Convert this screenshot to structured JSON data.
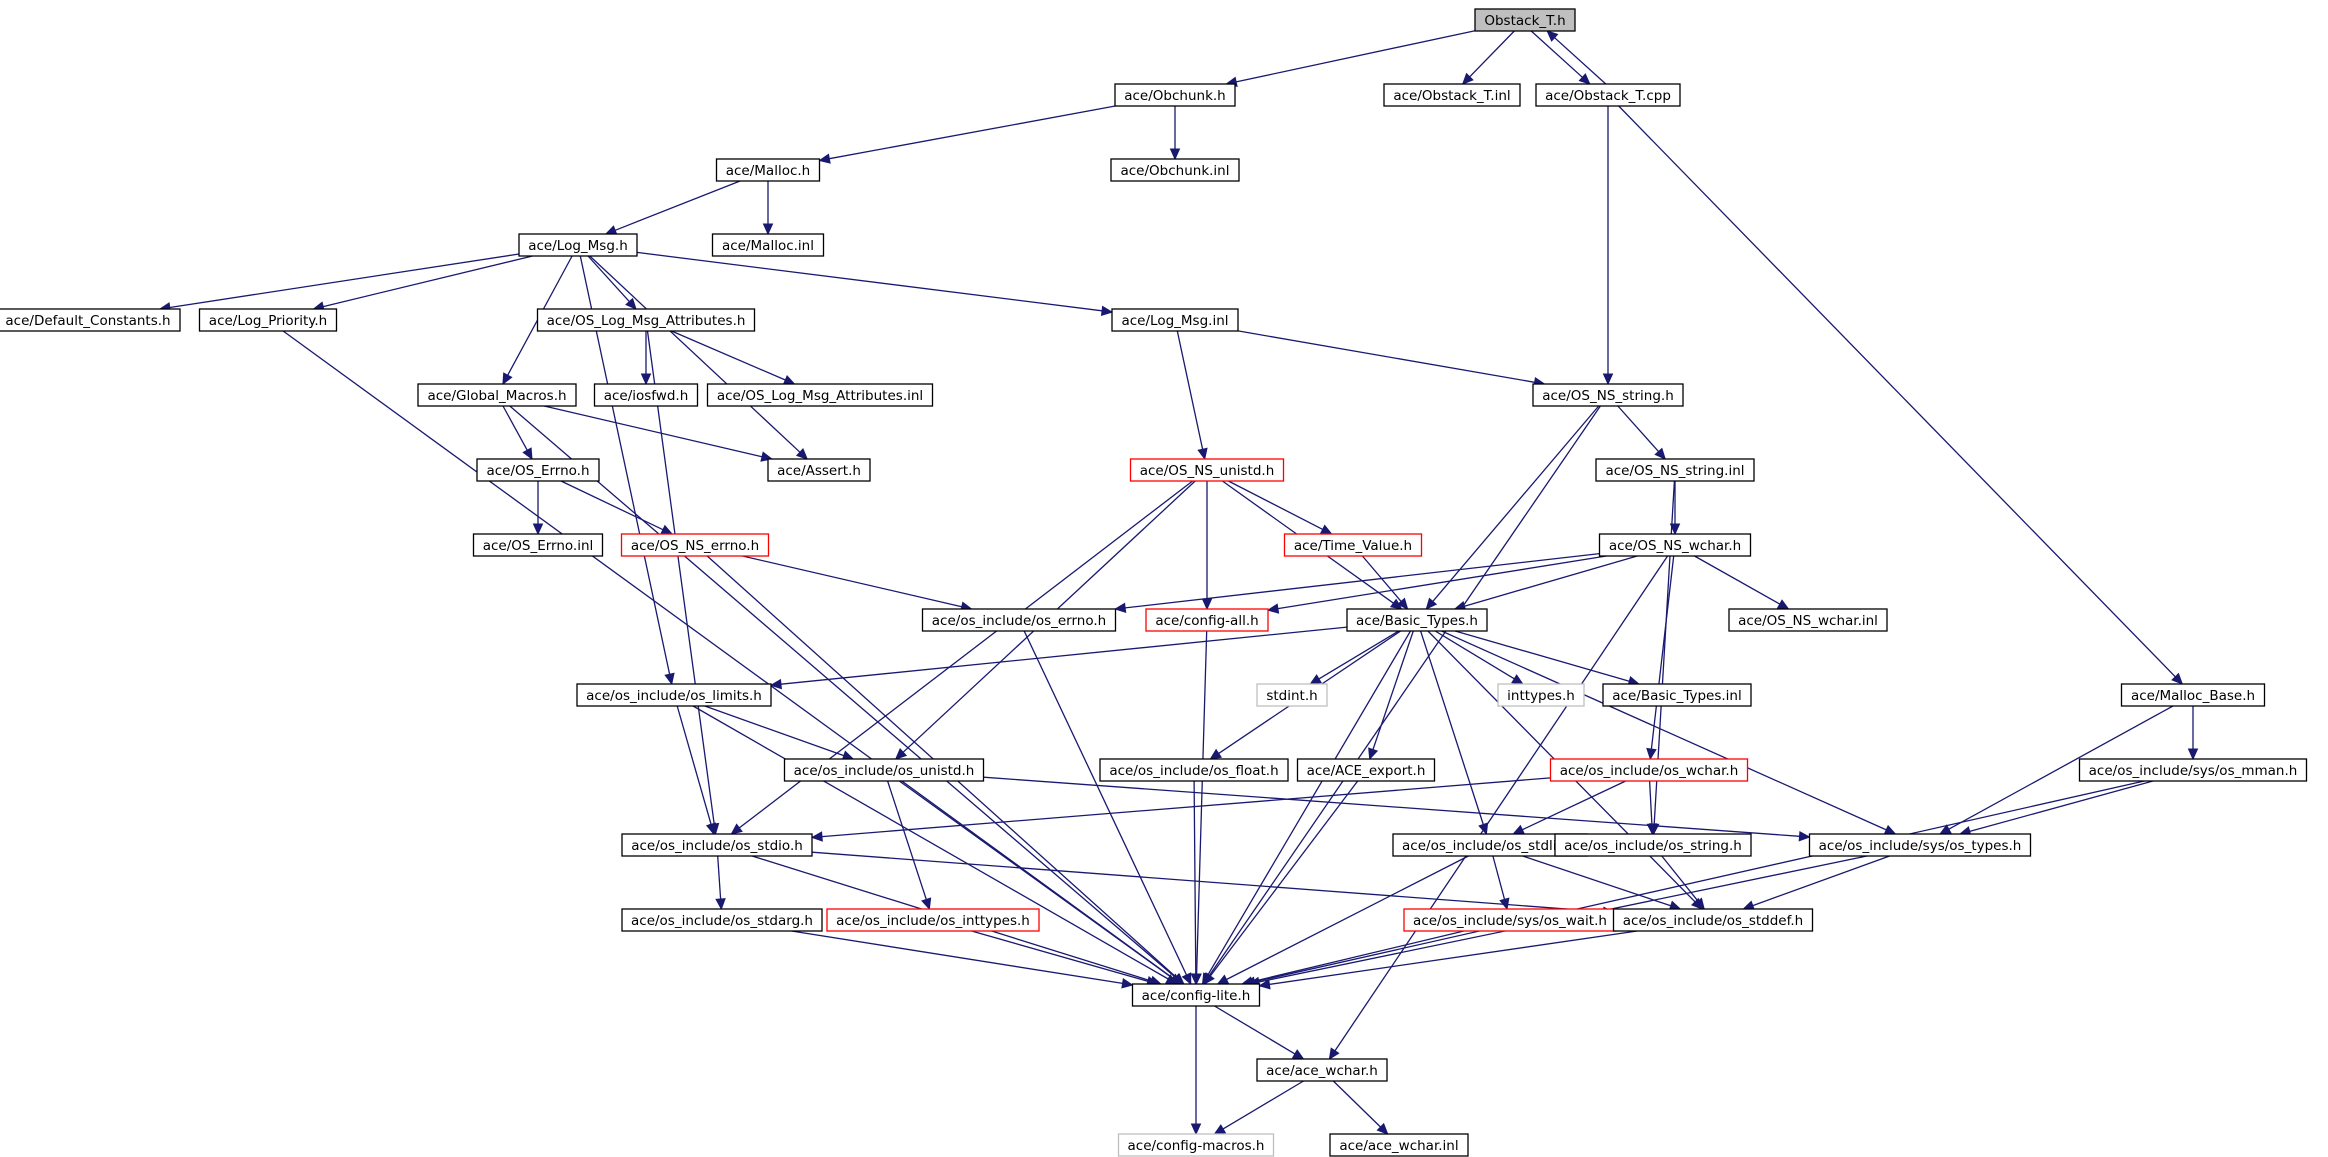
{
  "graph": {
    "nodes": [
      {
        "id": "obstack_t_h",
        "label": "Obstack_T.h",
        "style": "root"
      },
      {
        "id": "obchunk_h",
        "label": "ace/Obchunk.h",
        "style": "normal"
      },
      {
        "id": "obstack_t_inl",
        "label": "ace/Obstack_T.inl",
        "style": "normal"
      },
      {
        "id": "obstack_t_cpp",
        "label": "ace/Obstack_T.cpp",
        "style": "normal"
      },
      {
        "id": "malloc_h",
        "label": "ace/Malloc.h",
        "style": "normal"
      },
      {
        "id": "obchunk_inl",
        "label": "ace/Obchunk.inl",
        "style": "normal"
      },
      {
        "id": "log_msg_h",
        "label": "ace/Log_Msg.h",
        "style": "normal"
      },
      {
        "id": "malloc_inl",
        "label": "ace/Malloc.inl",
        "style": "normal"
      },
      {
        "id": "default_constants_h",
        "label": "ace/Default_Constants.h",
        "style": "normal"
      },
      {
        "id": "log_priority_h",
        "label": "ace/Log_Priority.h",
        "style": "normal"
      },
      {
        "id": "os_log_msg_attributes_h",
        "label": "ace/OS_Log_Msg_Attributes.h",
        "style": "normal"
      },
      {
        "id": "log_msg_inl",
        "label": "ace/Log_Msg.inl",
        "style": "normal"
      },
      {
        "id": "global_macros_h",
        "label": "ace/Global_Macros.h",
        "style": "normal"
      },
      {
        "id": "iosfwd_h",
        "label": "ace/iosfwd.h",
        "style": "normal"
      },
      {
        "id": "os_log_msg_attributes_inl",
        "label": "ace/OS_Log_Msg_Attributes.inl",
        "style": "normal"
      },
      {
        "id": "os_ns_string_h",
        "label": "ace/OS_NS_string.h",
        "style": "normal"
      },
      {
        "id": "os_errno_h",
        "label": "ace/OS_Errno.h",
        "style": "normal"
      },
      {
        "id": "assert_h",
        "label": "ace/Assert.h",
        "style": "normal"
      },
      {
        "id": "os_ns_unistd_h",
        "label": "ace/OS_NS_unistd.h",
        "style": "red"
      },
      {
        "id": "os_ns_string_inl",
        "label": "ace/OS_NS_string.inl",
        "style": "normal"
      },
      {
        "id": "os_errno_inl",
        "label": "ace/OS_Errno.inl",
        "style": "normal"
      },
      {
        "id": "os_ns_errno_h",
        "label": "ace/OS_NS_errno.h",
        "style": "red"
      },
      {
        "id": "time_value_h",
        "label": "ace/Time_Value.h",
        "style": "red"
      },
      {
        "id": "os_ns_wchar_h",
        "label": "ace/OS_NS_wchar.h",
        "style": "normal"
      },
      {
        "id": "os_include_os_errno_h",
        "label": "ace/os_include/os_errno.h",
        "style": "normal"
      },
      {
        "id": "config_all_h",
        "label": "ace/config-all.h",
        "style": "red"
      },
      {
        "id": "basic_types_h",
        "label": "ace/Basic_Types.h",
        "style": "normal"
      },
      {
        "id": "os_ns_wchar_inl",
        "label": "ace/OS_NS_wchar.inl",
        "style": "normal"
      },
      {
        "id": "os_include_os_limits_h",
        "label": "ace/os_include/os_limits.h",
        "style": "normal"
      },
      {
        "id": "stdint_h",
        "label": "stdint.h",
        "style": "grey"
      },
      {
        "id": "inttypes_h",
        "label": "inttypes.h",
        "style": "grey"
      },
      {
        "id": "basic_types_inl",
        "label": "ace/Basic_Types.inl",
        "style": "normal"
      },
      {
        "id": "malloc_base_h",
        "label": "ace/Malloc_Base.h",
        "style": "normal"
      },
      {
        "id": "os_include_os_unistd_h",
        "label": "ace/os_include/os_unistd.h",
        "style": "normal"
      },
      {
        "id": "os_include_os_float_h",
        "label": "ace/os_include/os_float.h",
        "style": "normal"
      },
      {
        "id": "ace_export_h",
        "label": "ace/ACE_export.h",
        "style": "normal"
      },
      {
        "id": "os_include_os_wchar_h",
        "label": "ace/os_include/os_wchar.h",
        "style": "red"
      },
      {
        "id": "os_include_sys_os_mman_h",
        "label": "ace/os_include/sys/os_mman.h",
        "style": "normal"
      },
      {
        "id": "os_include_os_stdio_h",
        "label": "ace/os_include/os_stdio.h",
        "style": "normal"
      },
      {
        "id": "os_include_os_stdlib_h",
        "label": "ace/os_include/os_stdlib.h",
        "style": "normal"
      },
      {
        "id": "os_include_os_string_h",
        "label": "ace/os_include/os_string.h",
        "style": "normal"
      },
      {
        "id": "os_include_sys_os_types_h",
        "label": "ace/os_include/sys/os_types.h",
        "style": "normal"
      },
      {
        "id": "os_include_os_stdarg_h",
        "label": "ace/os_include/os_stdarg.h",
        "style": "normal"
      },
      {
        "id": "os_include_os_inttypes_h",
        "label": "ace/os_include/os_inttypes.h",
        "style": "red"
      },
      {
        "id": "os_include_sys_os_wait_h",
        "label": "ace/os_include/sys/os_wait.h",
        "style": "red"
      },
      {
        "id": "os_include_os_stddef_h",
        "label": "ace/os_include/os_stddef.h",
        "style": "normal"
      },
      {
        "id": "config_lite_h",
        "label": "ace/config-lite.h",
        "style": "normal"
      },
      {
        "id": "ace_wchar_h",
        "label": "ace/ace_wchar.h",
        "style": "normal"
      },
      {
        "id": "config_macros_h",
        "label": "ace/config-macros.h",
        "style": "grey"
      },
      {
        "id": "ace_wchar_inl",
        "label": "ace/ace_wchar.inl",
        "style": "normal"
      }
    ],
    "edges": [
      [
        "obstack_t_h",
        "obchunk_h"
      ],
      [
        "obstack_t_h",
        "obstack_t_inl"
      ],
      [
        "obstack_t_h",
        "obstack_t_cpp"
      ],
      [
        "obstack_t_cpp",
        "obstack_t_h"
      ],
      [
        "obstack_t_cpp",
        "os_ns_string_h"
      ],
      [
        "obstack_t_cpp",
        "malloc_base_h"
      ],
      [
        "obchunk_h",
        "malloc_h"
      ],
      [
        "obchunk_h",
        "obchunk_inl"
      ],
      [
        "malloc_h",
        "log_msg_h"
      ],
      [
        "malloc_h",
        "malloc_inl"
      ],
      [
        "log_msg_h",
        "default_constants_h"
      ],
      [
        "log_msg_h",
        "log_priority_h"
      ],
      [
        "log_msg_h",
        "os_log_msg_attributes_h"
      ],
      [
        "log_msg_h",
        "log_msg_inl"
      ],
      [
        "log_msg_h",
        "global_macros_h"
      ],
      [
        "log_msg_h",
        "assert_h"
      ],
      [
        "log_msg_h",
        "os_include_os_limits_h"
      ],
      [
        "log_priority_h",
        "config_lite_h"
      ],
      [
        "os_log_msg_attributes_h",
        "iosfwd_h"
      ],
      [
        "os_log_msg_attributes_h",
        "os_log_msg_attributes_inl"
      ],
      [
        "os_log_msg_attributes_h",
        "os_include_os_stdio_h"
      ],
      [
        "log_msg_inl",
        "os_ns_unistd_h"
      ],
      [
        "log_msg_inl",
        "os_ns_string_h"
      ],
      [
        "global_macros_h",
        "os_errno_h"
      ],
      [
        "global_macros_h",
        "assert_h"
      ],
      [
        "global_macros_h",
        "config_lite_h"
      ],
      [
        "os_errno_h",
        "os_errno_inl"
      ],
      [
        "os_errno_h",
        "os_ns_errno_h"
      ],
      [
        "os_ns_errno_h",
        "os_include_os_errno_h"
      ],
      [
        "os_ns_errno_h",
        "config_lite_h"
      ],
      [
        "os_ns_string_h",
        "os_ns_string_inl"
      ],
      [
        "os_ns_string_h",
        "basic_types_h"
      ],
      [
        "os_ns_string_h",
        "config_lite_h"
      ],
      [
        "os_ns_string_inl",
        "os_ns_wchar_h"
      ],
      [
        "os_ns_string_inl",
        "os_include_os_string_h"
      ],
      [
        "os_ns_unistd_h",
        "time_value_h"
      ],
      [
        "os_ns_unistd_h",
        "config_all_h"
      ],
      [
        "os_ns_unistd_h",
        "basic_types_h"
      ],
      [
        "os_ns_unistd_h",
        "os_include_os_unistd_h"
      ],
      [
        "os_ns_unistd_h",
        "os_include_os_stdio_h"
      ],
      [
        "time_value_h",
        "basic_types_h"
      ],
      [
        "os_ns_wchar_h",
        "os_include_os_errno_h"
      ],
      [
        "os_ns_wchar_h",
        "config_all_h"
      ],
      [
        "os_ns_wchar_h",
        "basic_types_h"
      ],
      [
        "os_ns_wchar_h",
        "os_ns_wchar_inl"
      ],
      [
        "os_ns_wchar_h",
        "os_include_os_wchar_h"
      ],
      [
        "os_ns_wchar_h",
        "ace_wchar_h"
      ],
      [
        "os_include_os_errno_h",
        "config_lite_h"
      ],
      [
        "config_all_h",
        "config_lite_h"
      ],
      [
        "basic_types_h",
        "os_include_os_limits_h"
      ],
      [
        "basic_types_h",
        "stdint_h"
      ],
      [
        "basic_types_h",
        "inttypes_h"
      ],
      [
        "basic_types_h",
        "basic_types_inl"
      ],
      [
        "basic_types_h",
        "os_include_os_float_h"
      ],
      [
        "basic_types_h",
        "ace_export_h"
      ],
      [
        "basic_types_h",
        "os_include_os_stdlib_h"
      ],
      [
        "basic_types_h",
        "os_include_sys_os_types_h"
      ],
      [
        "basic_types_h",
        "os_include_os_stddef_h"
      ],
      [
        "basic_types_h",
        "config_lite_h"
      ],
      [
        "os_include_os_limits_h",
        "os_include_os_unistd_h"
      ],
      [
        "os_include_os_limits_h",
        "os_include_os_stdio_h"
      ],
      [
        "os_include_os_limits_h",
        "config_lite_h"
      ],
      [
        "os_include_os_unistd_h",
        "os_include_os_inttypes_h"
      ],
      [
        "os_include_os_unistd_h",
        "os_include_sys_os_types_h"
      ],
      [
        "os_include_os_unistd_h",
        "config_lite_h"
      ],
      [
        "os_include_os_float_h",
        "config_lite_h"
      ],
      [
        "ace_export_h",
        "config_lite_h"
      ],
      [
        "os_include_os_wchar_h",
        "os_include_os_stdio_h"
      ],
      [
        "os_include_os_wchar_h",
        "os_include_os_stdlib_h"
      ],
      [
        "os_include_os_wchar_h",
        "os_include_os_string_h"
      ],
      [
        "malloc_base_h",
        "os_include_sys_os_mman_h"
      ],
      [
        "malloc_base_h",
        "os_include_sys_os_types_h"
      ],
      [
        "os_include_sys_os_mman_h",
        "os_include_sys_os_types_h"
      ],
      [
        "os_include_sys_os_mman_h",
        "config_lite_h"
      ],
      [
        "os_include_os_stdio_h",
        "os_include_os_stdarg_h"
      ],
      [
        "os_include_os_stdio_h",
        "os_include_os_stddef_h"
      ],
      [
        "os_include_os_stdio_h",
        "config_lite_h"
      ],
      [
        "os_include_os_stdlib_h",
        "os_include_sys_os_wait_h"
      ],
      [
        "os_include_os_stdlib_h",
        "os_include_os_stddef_h"
      ],
      [
        "os_include_os_stdlib_h",
        "config_lite_h"
      ],
      [
        "os_include_os_string_h",
        "os_include_os_stddef_h"
      ],
      [
        "os_include_sys_os_types_h",
        "os_include_os_stddef_h"
      ],
      [
        "os_include_sys_os_types_h",
        "config_lite_h"
      ],
      [
        "os_include_os_stdarg_h",
        "config_lite_h"
      ],
      [
        "os_include_os_inttypes_h",
        "config_lite_h"
      ],
      [
        "os_include_sys_os_wait_h",
        "config_lite_h"
      ],
      [
        "os_include_os_stddef_h",
        "config_lite_h"
      ],
      [
        "config_lite_h",
        "ace_wchar_h"
      ],
      [
        "config_lite_h",
        "config_macros_h"
      ],
      [
        "ace_wchar_h",
        "config_macros_h"
      ],
      [
        "ace_wchar_h",
        "ace_wchar_inl"
      ]
    ]
  }
}
